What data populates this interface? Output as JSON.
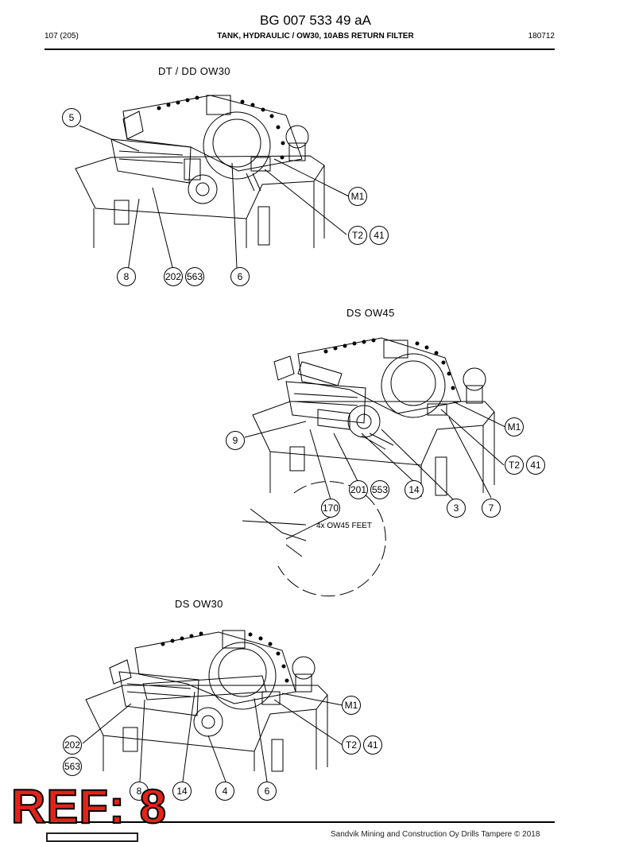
{
  "document": {
    "code": "BG 007 533 49 aA",
    "page": "107 (205)",
    "title": "TANK, HYDRAULIC / OW30, 10ABS RETURN FILTER",
    "date": "180712",
    "footer": "Sandvik Mining and Construction Oy Drills Tampere © 2018",
    "stamp": "REF: 8"
  },
  "views": [
    {
      "title": "DT / DD  OW30",
      "callouts": [
        "5",
        "M1",
        "T2",
        "41",
        "8",
        "202",
        "563",
        "6"
      ]
    },
    {
      "title": "DS  OW45",
      "callouts": [
        "M1",
        "9",
        "T2",
        "41",
        "201",
        "553",
        "14",
        "170",
        "3",
        "7"
      ],
      "note": "4x OW45 FEET"
    },
    {
      "title": "DS  OW30",
      "callouts": [
        "M1",
        "202",
        "T2",
        "41",
        "563",
        "8",
        "14",
        "4",
        "6"
      ]
    }
  ]
}
